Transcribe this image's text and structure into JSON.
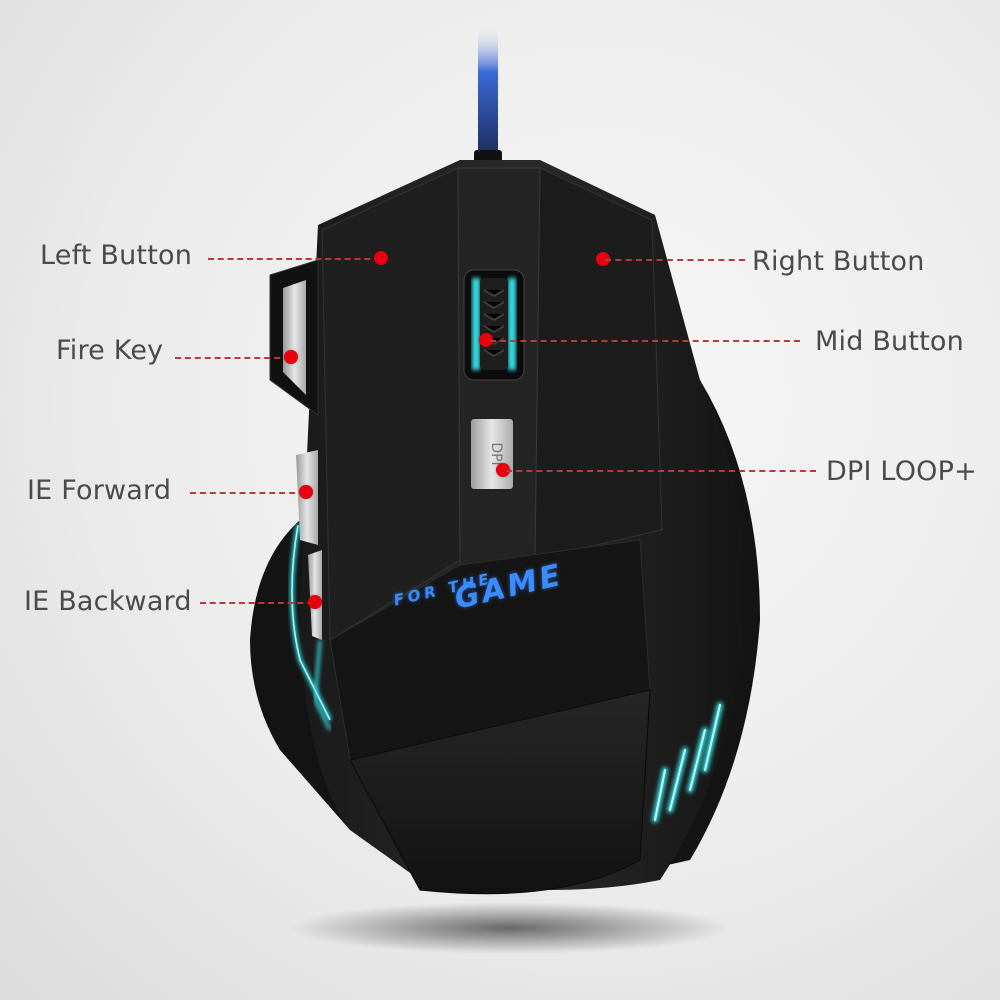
{
  "product": {
    "type": "wired gaming mouse",
    "logo": {
      "line1": "FOR THE",
      "line2": "GAME"
    },
    "dpi_button_text": "DPI",
    "colors": {
      "body": "#141414",
      "accent_glow": "#36e0e6",
      "logo": "#3b8cff",
      "callout_dot": "#e8000f",
      "callout_line": "#b83a3a",
      "label_text": "#4a4a4a",
      "side_button": "#c8c8c8"
    }
  },
  "callouts": [
    {
      "id": "left-button",
      "label": "Left Button",
      "side": "left"
    },
    {
      "id": "fire-key",
      "label": "Fire Key",
      "side": "left"
    },
    {
      "id": "ie-forward",
      "label": "IE Forward",
      "side": "left"
    },
    {
      "id": "ie-backward",
      "label": "IE Backward",
      "side": "left"
    },
    {
      "id": "right-button",
      "label": "Right Button",
      "side": "right"
    },
    {
      "id": "mid-button",
      "label": "Mid Button",
      "side": "right"
    },
    {
      "id": "dpi-loop",
      "label": "DPI LOOP+",
      "side": "right"
    }
  ]
}
